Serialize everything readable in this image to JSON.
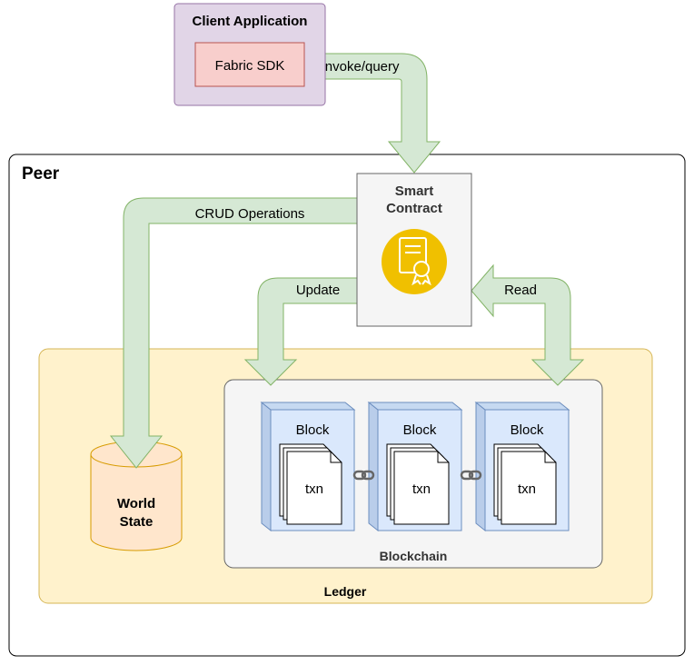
{
  "client": {
    "title": "Client Application",
    "sdk": "Fabric SDK"
  },
  "edges": {
    "invoke": "invoke/query",
    "crud": "CRUD Operations",
    "update": "Update",
    "read": "Read"
  },
  "peer": {
    "title": "Peer"
  },
  "contract": {
    "line1": "Smart",
    "line2": "Contract"
  },
  "ledger": {
    "title": "Ledger"
  },
  "world_state": {
    "line1": "World",
    "line2": "State"
  },
  "blockchain": {
    "title": "Blockchain"
  },
  "blocks": [
    {
      "label": "Block",
      "txn": "txn"
    },
    {
      "label": "Block",
      "txn": "txn"
    },
    {
      "label": "Block",
      "txn": "txn"
    }
  ],
  "colors": {
    "client_fill": "#e1d5e7",
    "client_stroke": "#9673a6",
    "sdk_fill": "#f8cecc",
    "sdk_stroke": "#b85450",
    "arrow_fill": "#d5e8d4",
    "arrow_stroke": "#82b366",
    "ledger_fill": "#fff2cc",
    "ledger_stroke": "#d6b656",
    "world_fill": "#ffe6cc",
    "world_stroke": "#d79b00",
    "block_fill": "#dae8fc",
    "block_stroke": "#6c8ebf",
    "chain_fill": "#f5f5f5",
    "chain_stroke": "#666666",
    "contract_icon": "#f0c000"
  },
  "icons": {
    "contract": "certificate-icon",
    "link": "chain-link-icon"
  }
}
